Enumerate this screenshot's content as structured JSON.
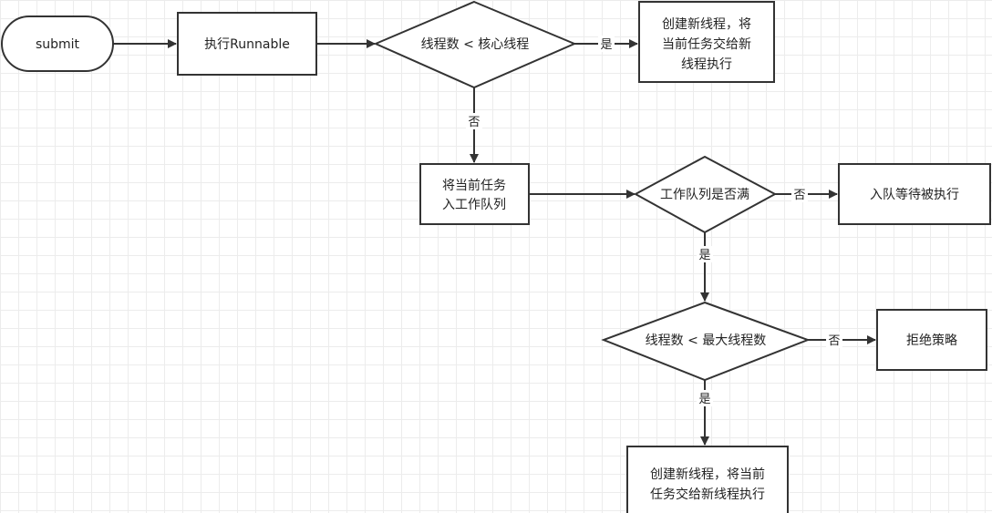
{
  "nodes": {
    "submit": {
      "label": "submit"
    },
    "execute_runnable": {
      "label": "执行Runnable"
    },
    "decision_core": {
      "label": "线程数 < 核心线程"
    },
    "create_thread_core": {
      "lines": [
        "创建新线程，将",
        "当前任务交给新",
        "线程执行"
      ]
    },
    "enqueue": {
      "lines": [
        "将当前任务",
        "入工作队列"
      ]
    },
    "decision_queue_full": {
      "label": "工作队列是否满"
    },
    "wait_in_queue": {
      "label": "入队等待被执行"
    },
    "decision_max": {
      "label": "线程数 < 最大线程数"
    },
    "reject_policy": {
      "label": "拒绝策略"
    },
    "create_thread_max": {
      "lines": [
        "创建新线程，将当前",
        "任务交给新线程执行"
      ]
    }
  },
  "edge_labels": {
    "core_yes": "是",
    "core_no": "否",
    "queue_full_no": "否",
    "queue_full_yes": "是",
    "max_no": "否",
    "max_yes": "是"
  }
}
